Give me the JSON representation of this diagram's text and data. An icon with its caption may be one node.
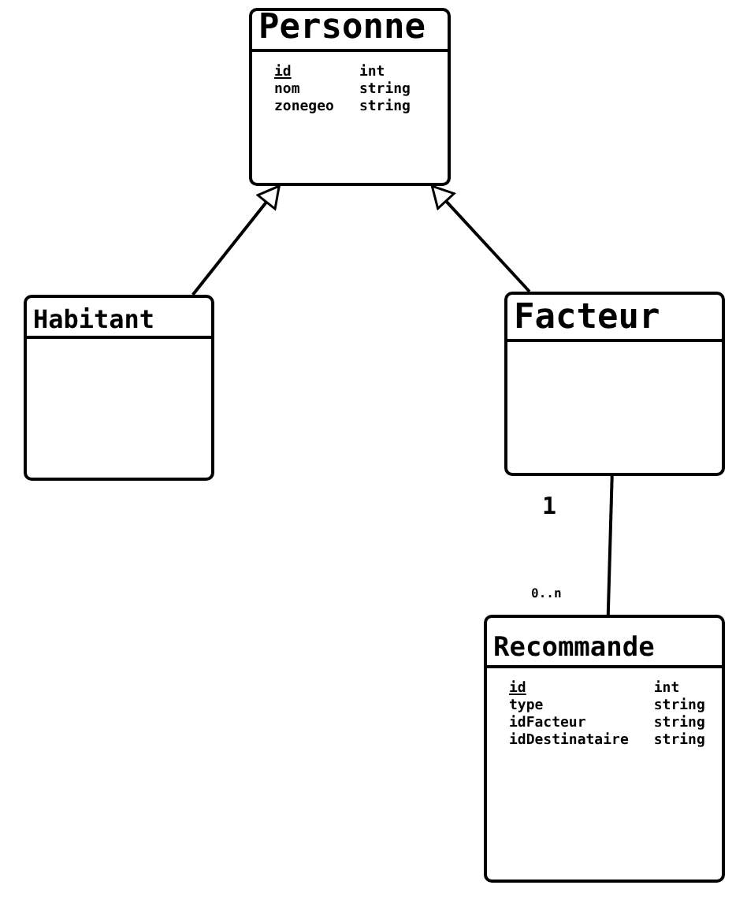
{
  "diagram": {
    "nodes": [
      {
        "text": [
          "Personne",
          "id",
          "int",
          "nom",
          "string",
          "zonegeo",
          "string"
        ]
      },
      {
        "text": [
          "Habitant"
        ]
      },
      {
        "text": [
          "Facteur"
        ]
      },
      {
        "text": [
          "Recommande",
          "id",
          "int",
          "type",
          "string",
          "idFacteur",
          "string",
          "idDestinataire",
          "string"
        ]
      }
    ],
    "edges": [
      {
        "from": 1,
        "to": 0,
        "arrow": "to"
      },
      {
        "from": 2,
        "to": 0,
        "arrow": "to"
      },
      {
        "from": 2,
        "to": 3,
        "arrow": "none"
      }
    ],
    "labels": [
      "1",
      "0..n"
    ]
  }
}
